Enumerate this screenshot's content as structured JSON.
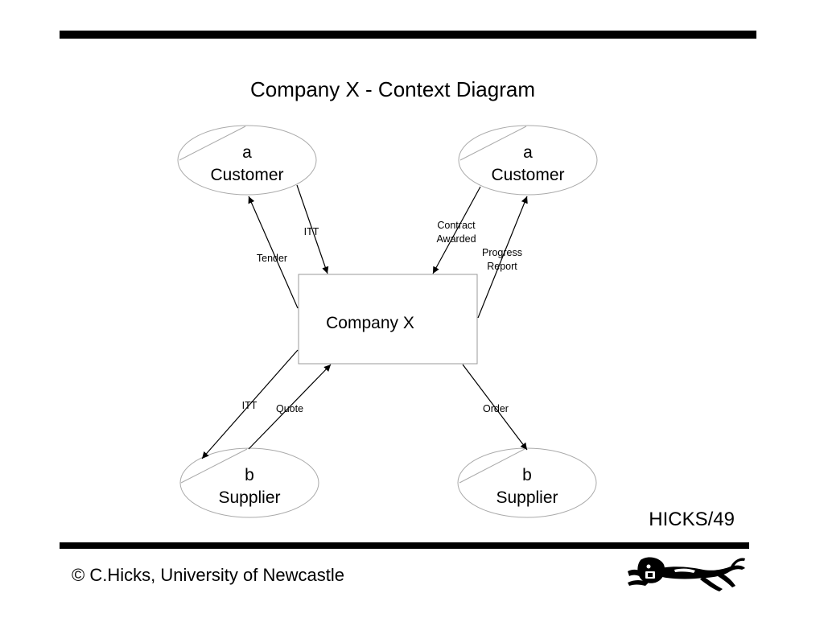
{
  "title": "Company X - Context Diagram",
  "process": {
    "label": "Company X"
  },
  "entities": {
    "customer_left": {
      "line1": "a",
      "line2": "Customer"
    },
    "customer_right": {
      "line1": "a",
      "line2": "Customer"
    },
    "supplier_left": {
      "line1": "b",
      "line2": "Supplier"
    },
    "supplier_right": {
      "line1": "b",
      "line2": "Supplier"
    }
  },
  "flows": {
    "tender": "Tender",
    "itt_customer": "ITT",
    "contract_awarded_1": "Contract",
    "contract_awarded_2": "Awarded",
    "progress_report_1": "Progress",
    "progress_report_2": "Report",
    "itt_supplier": "ITT",
    "quote": "Quote",
    "order": "Order"
  },
  "slide_number": "HICKS/49",
  "footer": "© C.Hicks, University of Newcastle",
  "logo": {
    "icon": "lion-crest-icon"
  }
}
